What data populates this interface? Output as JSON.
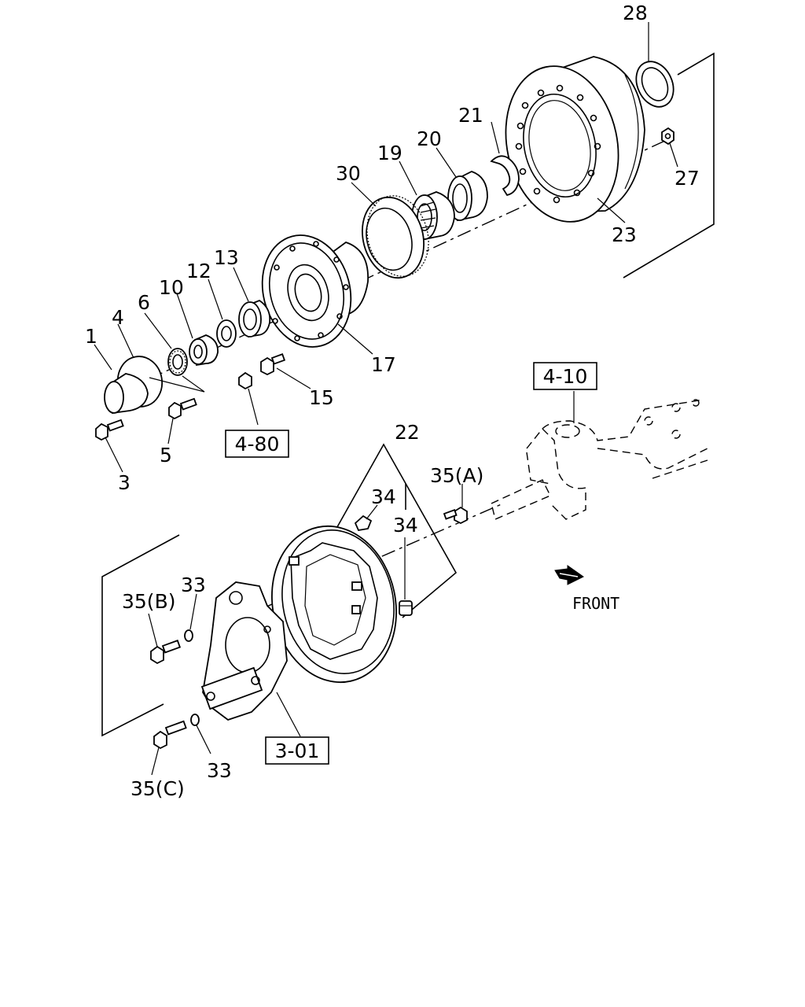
{
  "labels": {
    "p1": "1",
    "p3": "3",
    "p4": "4",
    "p5": "5",
    "p6": "6",
    "p10": "10",
    "p12": "12",
    "p13": "13",
    "p15": "15",
    "p17": "17",
    "p19": "19",
    "p20": "20",
    "p21": "21",
    "p22": "22",
    "p23": "23",
    "p27": "27",
    "p28": "28",
    "p30": "30",
    "p33a": "33",
    "p33b": "33",
    "p34a": "34",
    "p34b": "34",
    "p35a": "35(A)",
    "p35b": "35(B)",
    "p35c": "35(C)"
  },
  "refs": {
    "r480": "4-80",
    "r410": "4-10",
    "r301": "3-01"
  },
  "front": "FRONT",
  "icons": {
    "front_arrow": "front-arrow-icon"
  }
}
